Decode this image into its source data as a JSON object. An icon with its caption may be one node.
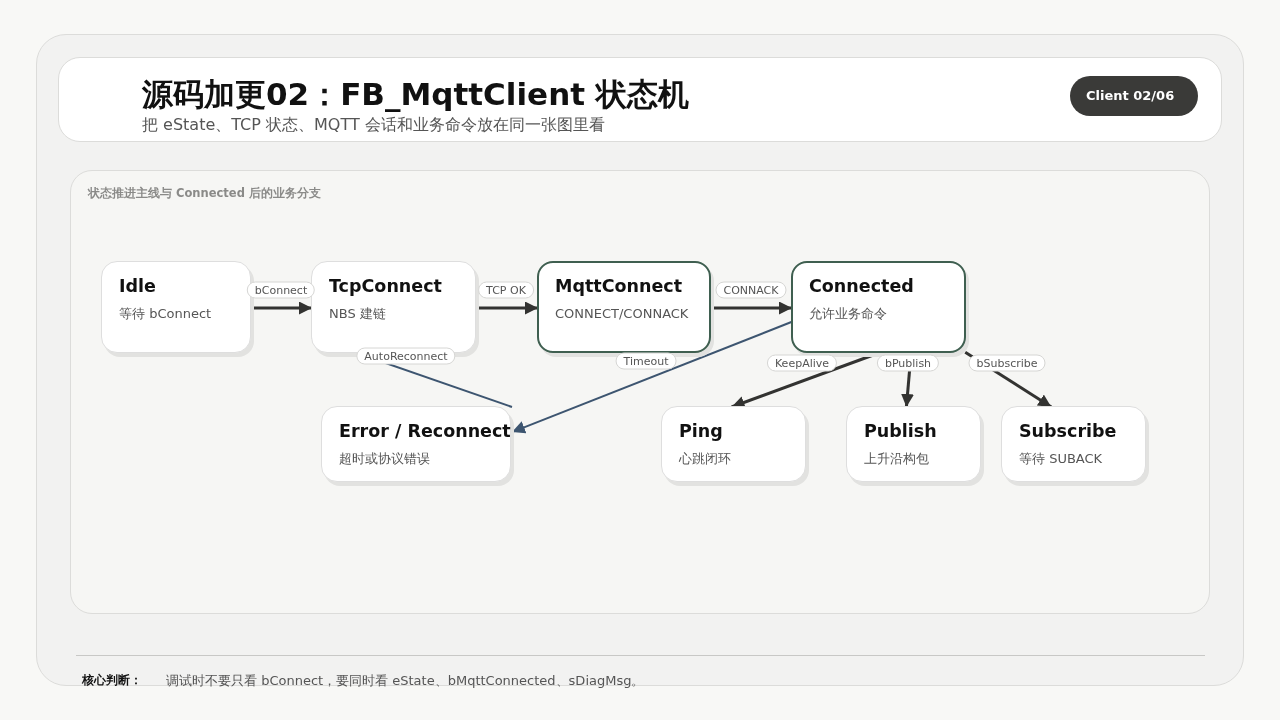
{
  "diagram": {
    "title": "源码加更02：FB_MqttClient 状态机",
    "nodes": [
      {
        "text": [
          "状态推进主线与 Connected 后的业务分支"
        ]
      },
      {
        "text": [
          "Idle",
          "等待 bConnect"
        ],
        "in": 0
      },
      {
        "text": [
          "TcpConnect",
          "NBS 建链"
        ],
        "in": 0
      },
      {
        "text": [
          "MqttConnect",
          "CONNECT/CONNACK"
        ],
        "in": 0
      },
      {
        "text": [
          "Connected",
          "允许业务命令"
        ],
        "in": 0
      },
      {
        "text": [
          "Error / Reconnect",
          "超时或协议错误"
        ],
        "in": 0
      },
      {
        "text": [
          "Ping",
          "心跳闭环"
        ],
        "in": 0
      },
      {
        "text": [
          "Publish",
          "上升沿构包"
        ],
        "in": 0
      },
      {
        "text": [
          "Subscribe",
          "等待 SUBACK"
        ],
        "in": 0
      }
    ],
    "edges": [
      {
        "from": 1,
        "to": 2,
        "arrow": "to",
        "label": "bConnect"
      },
      {
        "from": 2,
        "to": 3,
        "arrow": "to",
        "label": "TCP OK"
      },
      {
        "from": 3,
        "to": 4,
        "arrow": "to",
        "label": "CONNACK"
      },
      {
        "from": 4,
        "to": 5,
        "arrow": "to",
        "label": "Timeout",
        "color": "#3d5570"
      },
      {
        "from": 5,
        "to": 2,
        "arrow": "to",
        "label": "AutoReconnect",
        "color": "#3d5570"
      },
      {
        "from": 4,
        "to": 6,
        "arrow": "to",
        "label": "KeepAlive"
      },
      {
        "from": 4,
        "to": 7,
        "arrow": "to",
        "label": "bPublish"
      },
      {
        "from": 4,
        "to": 8,
        "arrow": "to",
        "label": "bSubscribe"
      }
    ],
    "labels": [
      "把 eState、TCP 状态、MQTT 会话和业务命令放在同一张图里看",
      "Client 02/06",
      "核心判断：",
      "调试时不要只看 bConnect，要同时看 eState、bMqttConnected、sDiagMsg。"
    ]
  }
}
